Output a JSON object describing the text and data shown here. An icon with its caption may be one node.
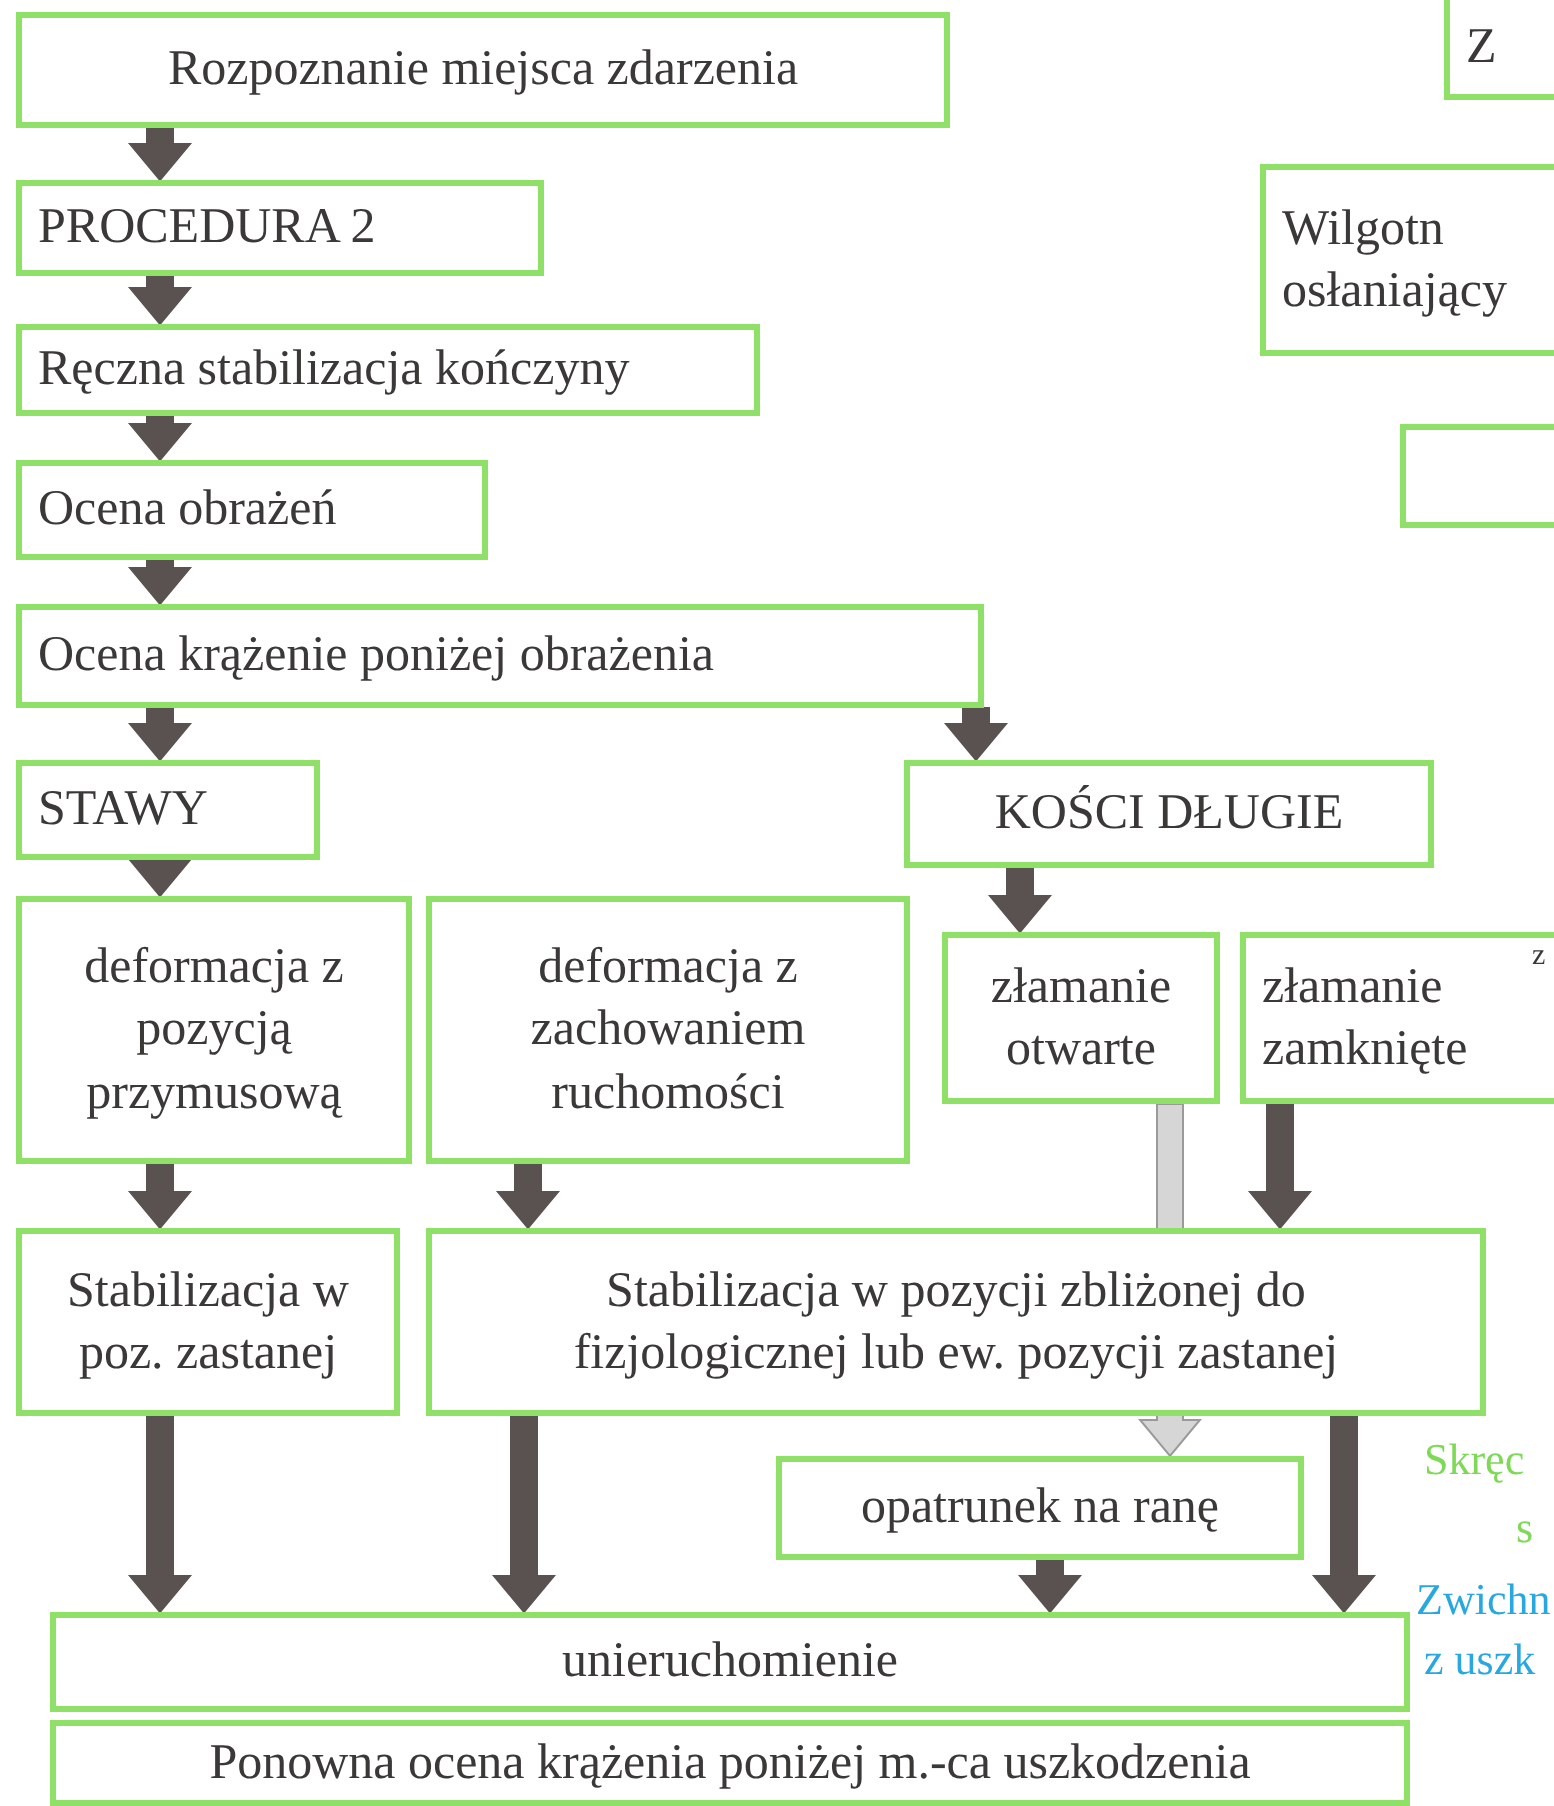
{
  "diagram": {
    "nodes": [
      {
        "text": [
          "Rozpoznanie miejsca zdarzenia"
        ]
      },
      {
        "text": [
          "PROCEDURA 2"
        ]
      },
      {
        "text": [
          "Ręczna stabilizacja kończyny"
        ]
      },
      {
        "text": [
          "Ocena obrażeń"
        ]
      },
      {
        "text": [
          "Ocena krążenie poniżej obrażenia"
        ]
      },
      {
        "text": [
          "STAWY"
        ]
      },
      {
        "text": [
          "KOŚCI DŁUGIE"
        ]
      },
      {
        "text": [
          "deformacja z pozycją przymusową"
        ]
      },
      {
        "text": [
          "deformacja z zachowaniem ruchomości"
        ]
      },
      {
        "text": [
          "złamanie otwarte"
        ]
      },
      {
        "text": [
          "złamanie zamknięte"
        ]
      },
      {
        "text": [
          "Stabilizacja w poz. zastanej"
        ]
      },
      {
        "text": [
          "Stabilizacja w pozycji zbliżonej do fizjologicznej lub ew. pozycji zastanej"
        ]
      },
      {
        "text": [
          "opatrunek na ranę"
        ]
      },
      {
        "text": [
          "unieruchomienie"
        ]
      },
      {
        "text": [
          "Ponowna ocena krążenia poniżej m.-ca uszkodzenia"
        ]
      },
      {
        "text": [
          "Z"
        ]
      },
      {
        "text": [
          "Wilgotn osłaniający"
        ]
      },
      {
        "text": [],
        "shape": "box"
      }
    ],
    "edges": [
      {
        "from": 0,
        "to": 1,
        "arrow": "to"
      },
      {
        "from": 1,
        "to": 2,
        "arrow": "to"
      },
      {
        "from": 2,
        "to": 3,
        "arrow": "to"
      },
      {
        "from": 3,
        "to": 4,
        "arrow": "to"
      },
      {
        "from": 4,
        "to": 5,
        "arrow": "to"
      },
      {
        "from": 4,
        "to": 6,
        "arrow": "to"
      },
      {
        "from": 5,
        "to": 7,
        "arrow": "to"
      },
      {
        "from": 6,
        "to": 9,
        "arrow": "to"
      },
      {
        "from": 7,
        "to": 11,
        "arrow": "to"
      },
      {
        "from": 8,
        "to": 12,
        "arrow": "to"
      },
      {
        "from": 10,
        "to": 12,
        "arrow": "to"
      },
      {
        "from": 9,
        "to": 13,
        "arrow": "to",
        "color": "#d6d6d6"
      },
      {
        "from": 11,
        "to": 14,
        "arrow": "to"
      },
      {
        "from": 12,
        "to": 14,
        "arrow": "to"
      },
      {
        "from": 13,
        "to": 14,
        "arrow": "to"
      },
      {
        "from": 12,
        "to": 14,
        "arrow": "to"
      }
    ],
    "labels": [
      "z",
      "Skręc",
      "s",
      "Zwichn",
      "z uszk"
    ]
  }
}
